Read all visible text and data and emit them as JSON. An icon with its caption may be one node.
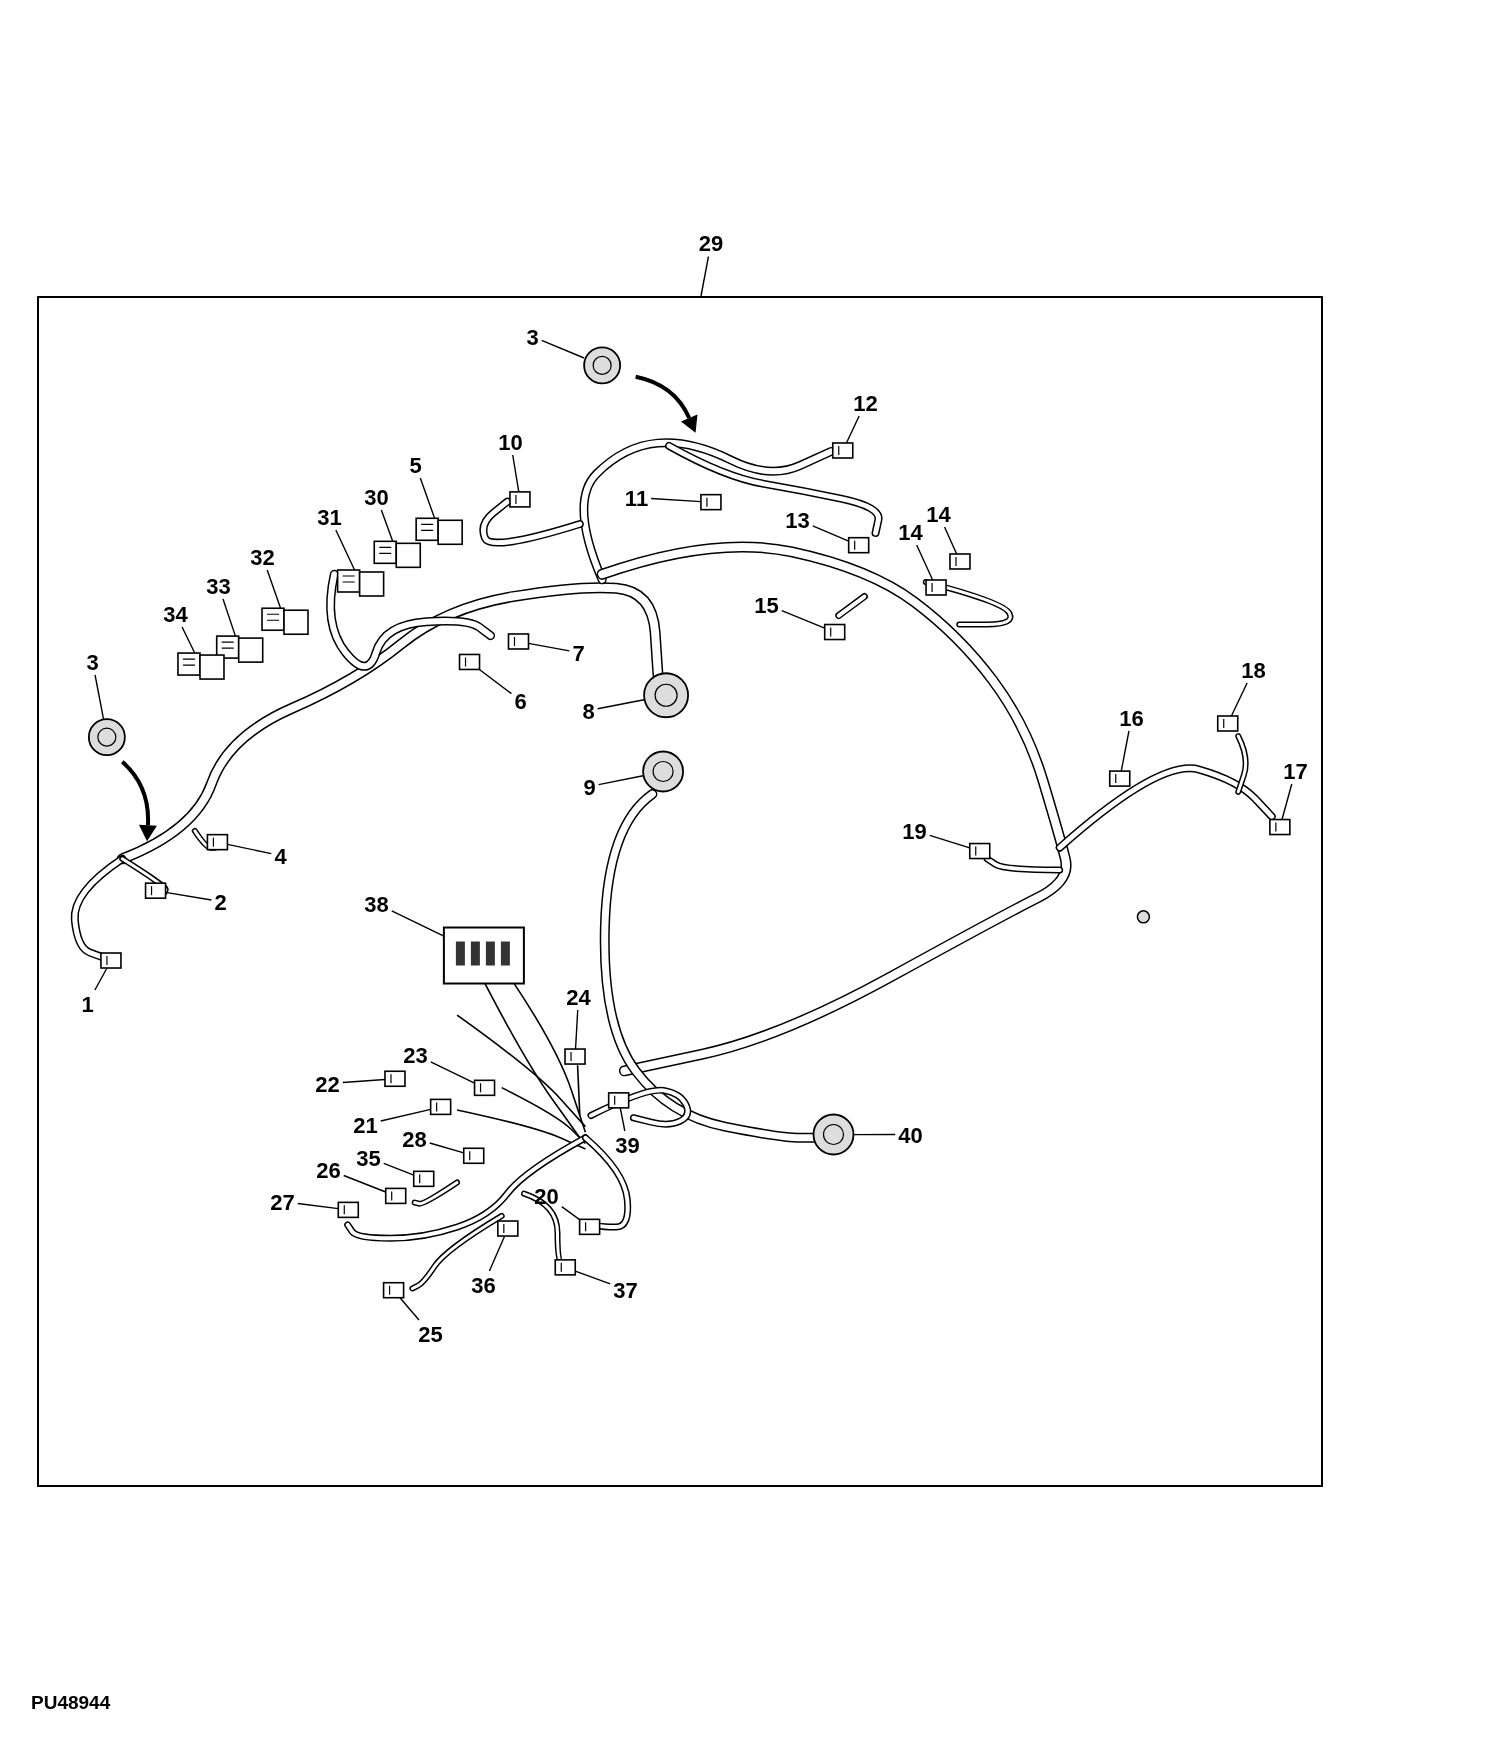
{
  "diagram": {
    "nodes": [
      {
        "text": [
          "29"
        ]
      },
      {
        "text": [],
        "shape": "box"
      },
      {
        "text": [
          "3"
        ],
        "in": 1
      },
      {
        "text": [
          "12"
        ],
        "in": 1
      },
      {
        "text": [
          "10"
        ],
        "in": 1
      },
      {
        "text": [
          "5"
        ],
        "in": 1
      },
      {
        "text": [
          "11"
        ],
        "in": 1
      },
      {
        "text": [
          "30"
        ],
        "in": 1
      },
      {
        "text": [
          "13"
        ],
        "in": 1
      },
      {
        "text": [
          "14"
        ],
        "in": 1
      },
      {
        "text": [
          "31"
        ],
        "in": 1
      },
      {
        "text": [
          "14"
        ],
        "in": 1
      },
      {
        "text": [
          "32"
        ],
        "in": 1
      },
      {
        "text": [
          "33"
        ],
        "in": 1
      },
      {
        "text": [
          "15"
        ],
        "in": 1
      },
      {
        "text": [
          "34"
        ],
        "in": 1
      },
      {
        "text": [
          "7"
        ],
        "in": 1
      },
      {
        "text": [
          "3"
        ],
        "in": 1
      },
      {
        "text": [
          "18"
        ],
        "in": 1
      },
      {
        "text": [
          "6"
        ],
        "in": 1
      },
      {
        "text": [
          "8"
        ],
        "in": 1
      },
      {
        "text": [
          "16"
        ],
        "in": 1
      },
      {
        "text": [
          "17"
        ],
        "in": 1
      },
      {
        "text": [
          "9"
        ],
        "in": 1
      },
      {
        "text": [
          "19"
        ],
        "in": 1
      },
      {
        "text": [
          "4"
        ],
        "in": 1
      },
      {
        "text": [
          "2"
        ],
        "in": 1
      },
      {
        "text": [
          "38"
        ],
        "in": 1
      },
      {
        "text": [
          "1"
        ],
        "in": 1
      },
      {
        "text": [
          "24"
        ],
        "in": 1
      },
      {
        "text": [
          "23"
        ],
        "in": 1
      },
      {
        "text": [
          "22"
        ],
        "in": 1
      },
      {
        "text": [
          "21"
        ],
        "in": 1
      },
      {
        "text": [
          "28"
        ],
        "in": 1
      },
      {
        "text": [
          "39"
        ],
        "in": 1
      },
      {
        "text": [
          "40"
        ],
        "in": 1
      },
      {
        "text": [
          "35"
        ],
        "in": 1
      },
      {
        "text": [
          "26"
        ],
        "in": 1
      },
      {
        "text": [
          "20"
        ],
        "in": 1
      },
      {
        "text": [
          "27"
        ],
        "in": 1
      },
      {
        "text": [
          "36"
        ],
        "in": 1
      },
      {
        "text": [
          "37"
        ],
        "in": 1
      },
      {
        "text": [
          "25"
        ],
        "in": 1
      },
      {
        "text": [],
        "shape": "circle",
        "in": 1
      },
      {
        "text": [],
        "shape": "box",
        "in": 1
      },
      {
        "text": [],
        "shape": "box",
        "in": 1
      },
      {
        "text": [],
        "shape": "box",
        "in": 1
      },
      {
        "text": [],
        "shape": "box",
        "in": 1
      },
      {
        "text": [],
        "shape": "box",
        "in": 1
      },
      {
        "text": [],
        "shape": "box",
        "in": 1
      },
      {
        "text": [],
        "shape": "box",
        "in": 1
      },
      {
        "text": [],
        "shape": "box",
        "in": 1
      },
      {
        "text": [],
        "shape": "box",
        "in": 1
      },
      {
        "text": [],
        "shape": "box",
        "in": 1
      },
      {
        "text": [],
        "shape": "box",
        "in": 1
      },
      {
        "text": [],
        "shape": "box",
        "in": 1
      },
      {
        "text": [],
        "shape": "box",
        "in": 1
      },
      {
        "text": [],
        "shape": "box",
        "in": 1
      },
      {
        "text": [],
        "shape": "circle",
        "in": 1
      },
      {
        "text": [],
        "shape": "box",
        "in": 1
      },
      {
        "text": [],
        "shape": "box",
        "in": 1
      },
      {
        "text": [],
        "shape": "circle",
        "in": 1
      },
      {
        "text": [],
        "shape": "box",
        "in": 1
      },
      {
        "text": [],
        "shape": "box",
        "in": 1
      },
      {
        "text": [],
        "shape": "circle",
        "in": 1
      },
      {
        "text": [],
        "shape": "box",
        "in": 1
      },
      {
        "text": [],
        "shape": "box",
        "in": 1
      },
      {
        "text": [],
        "shape": "box",
        "in": 1
      },
      {
        "text": [],
        "shape": "box",
        "in": 1
      },
      {
        "text": [],
        "shape": "box",
        "in": 1
      },
      {
        "text": [],
        "shape": "box",
        "in": 1
      },
      {
        "text": [],
        "shape": "box",
        "in": 1
      },
      {
        "text": [],
        "shape": "box",
        "in": 1
      },
      {
        "text": [],
        "shape": "box",
        "in": 1
      },
      {
        "text": [],
        "shape": "box",
        "in": 1
      },
      {
        "text": [],
        "shape": "box",
        "in": 1
      },
      {
        "text": [],
        "shape": "circle",
        "in": 1
      },
      {
        "text": [],
        "shape": "box",
        "in": 1
      },
      {
        "text": [],
        "shape": "box",
        "in": 1
      },
      {
        "text": [],
        "shape": "box",
        "in": 1
      },
      {
        "text": [],
        "shape": "box",
        "in": 1
      },
      {
        "text": [],
        "shape": "box",
        "in": 1
      },
      {
        "text": [],
        "shape": "box",
        "in": 1
      },
      {
        "text": [],
        "shape": "box",
        "in": 1
      }
    ],
    "edges": [
      {
        "from": 0,
        "to": 1,
        "arrow": "none"
      },
      {
        "from": 2,
        "to": 43,
        "arrow": "none"
      },
      {
        "from": 3,
        "to": 44,
        "arrow": "none"
      },
      {
        "from": 4,
        "to": 45,
        "arrow": "none"
      },
      {
        "from": 5,
        "to": 46,
        "arrow": "none"
      },
      {
        "from": 6,
        "to": 47,
        "arrow": "none"
      },
      {
        "from": 7,
        "to": 48,
        "arrow": "none"
      },
      {
        "from": 8,
        "to": 49,
        "arrow": "none"
      },
      {
        "from": 9,
        "to": 50,
        "arrow": "none"
      },
      {
        "from": 10,
        "to": 51,
        "arrow": "none"
      },
      {
        "from": 11,
        "to": 52,
        "arrow": "none"
      },
      {
        "from": 12,
        "to": 53,
        "arrow": "none"
      },
      {
        "from": 13,
        "to": 54,
        "arrow": "none"
      },
      {
        "from": 14,
        "to": 55,
        "arrow": "none"
      },
      {
        "from": 15,
        "to": 56,
        "arrow": "none"
      },
      {
        "from": 16,
        "to": 57,
        "arrow": "none"
      },
      {
        "from": 17,
        "to": 58,
        "arrow": "none"
      },
      {
        "from": 18,
        "to": 59,
        "arrow": "none"
      },
      {
        "from": 19,
        "to": 60,
        "arrow": "none"
      },
      {
        "from": 20,
        "to": 61,
        "arrow": "none"
      },
      {
        "from": 21,
        "to": 62,
        "arrow": "none"
      },
      {
        "from": 22,
        "to": 63,
        "arrow": "none"
      },
      {
        "from": 23,
        "to": 64,
        "arrow": "none"
      },
      {
        "from": 24,
        "to": 65,
        "arrow": "none"
      },
      {
        "from": 25,
        "to": 66,
        "arrow": "none"
      },
      {
        "from": 26,
        "to": 67,
        "arrow": "none"
      },
      {
        "from": 27,
        "to": 68,
        "arrow": "none"
      },
      {
        "from": 28,
        "to": 69,
        "arrow": "none"
      },
      {
        "from": 29,
        "to": 70,
        "arrow": "none"
      },
      {
        "from": 30,
        "to": 71,
        "arrow": "none"
      },
      {
        "from": 31,
        "to": 72,
        "arrow": "none"
      },
      {
        "from": 32,
        "to": 73,
        "arrow": "none"
      },
      {
        "from": 33,
        "to": 74,
        "arrow": "none"
      },
      {
        "from": 34,
        "to": 75,
        "arrow": "none"
      },
      {
        "from": 35,
        "to": 76,
        "arrow": "none"
      },
      {
        "from": 36,
        "to": 77,
        "arrow": "none"
      },
      {
        "from": 37,
        "to": 78,
        "arrow": "none"
      },
      {
        "from": 38,
        "to": 79,
        "arrow": "none"
      },
      {
        "from": 39,
        "to": 80,
        "arrow": "none"
      },
      {
        "from": 40,
        "to": 81,
        "arrow": "none"
      },
      {
        "from": 41,
        "to": 82,
        "arrow": "none"
      },
      {
        "from": 42,
        "to": 83,
        "arrow": "none"
      }
    ],
    "labels": [
      "PU48944"
    ]
  }
}
